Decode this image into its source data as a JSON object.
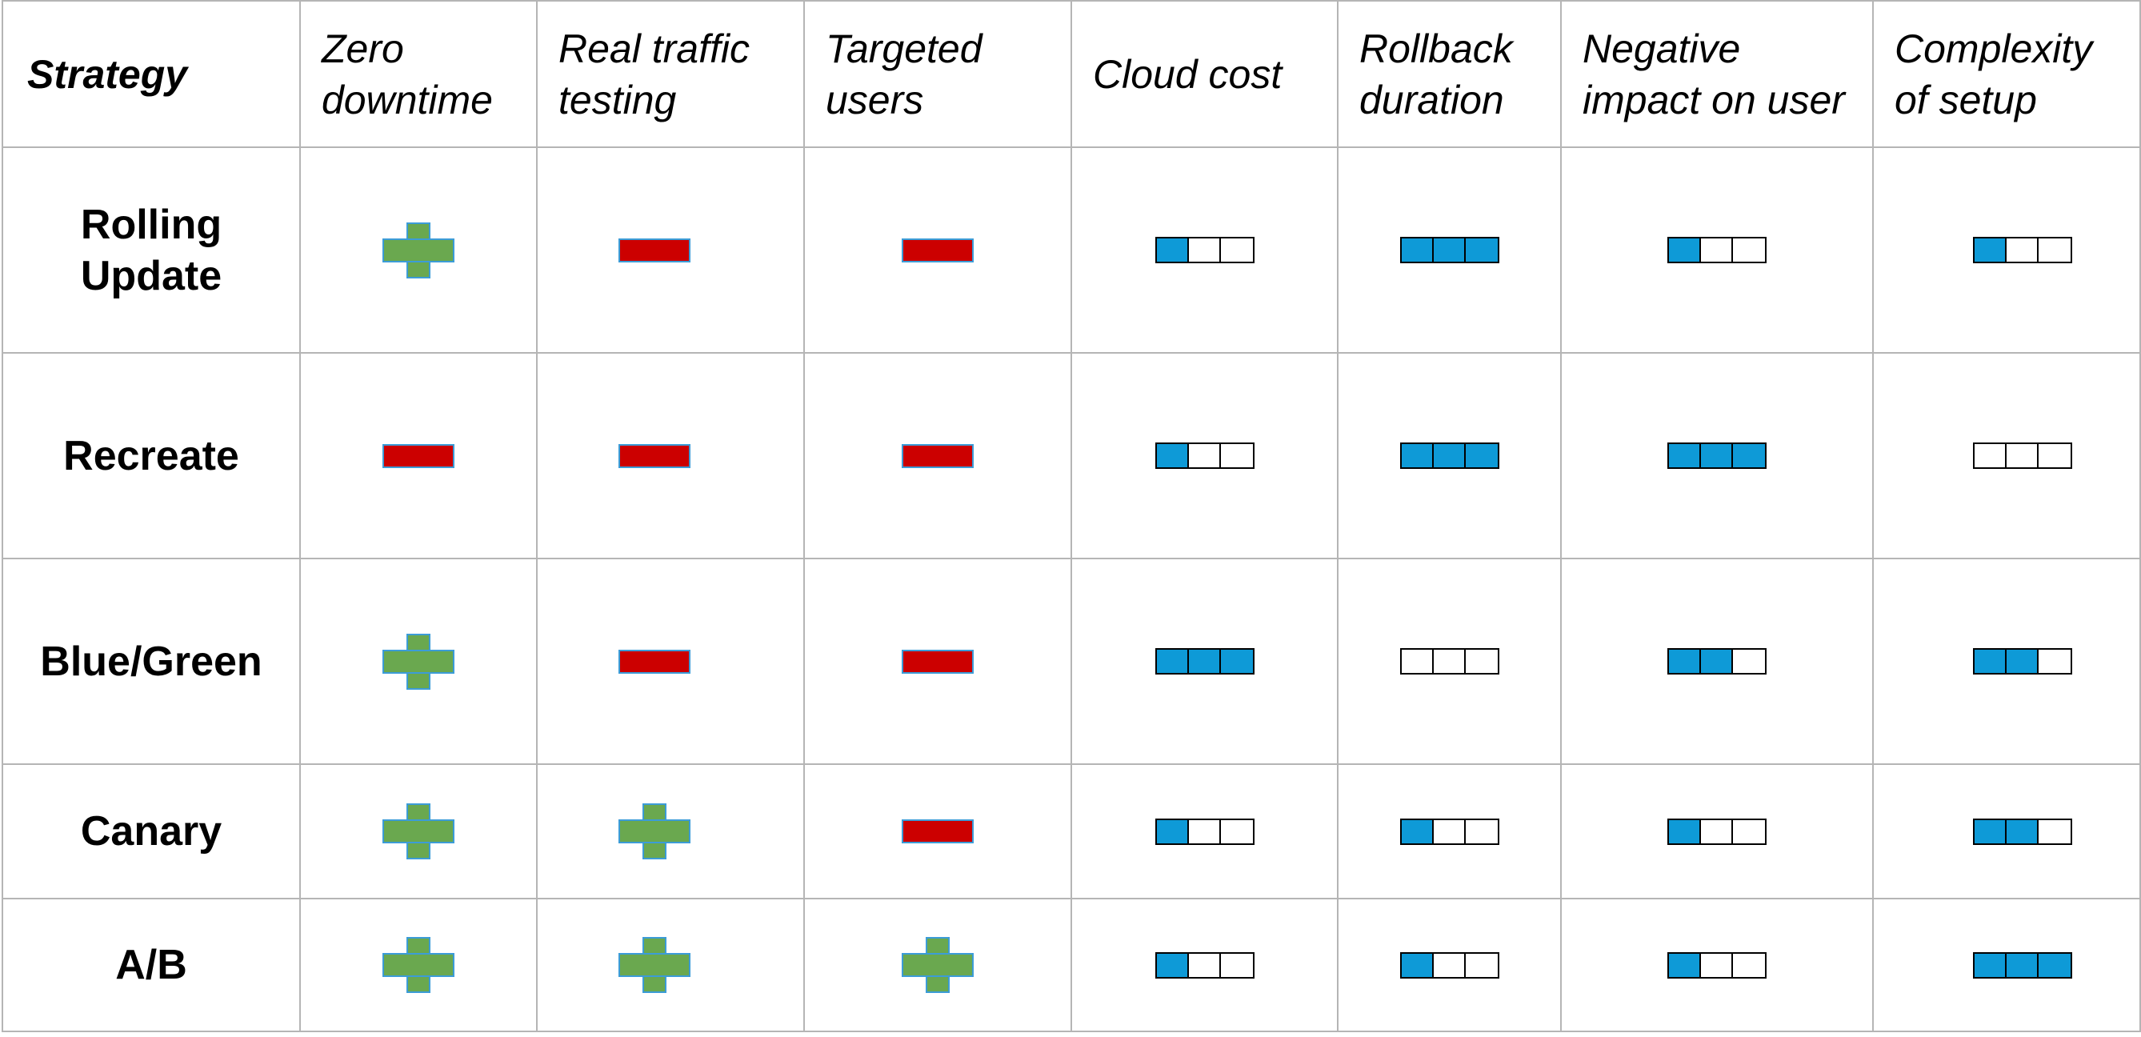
{
  "colors": {
    "plus": "#6aa84f",
    "minus": "#cc0000",
    "rating_fill": "#0e9ad7",
    "grid": "#b5b5b5"
  },
  "columns": [
    {
      "key": "strategy",
      "label": "Strategy"
    },
    {
      "key": "zero_downtime",
      "label": "Zero downtime"
    },
    {
      "key": "real_traffic_testing",
      "label": "Real traffic testing"
    },
    {
      "key": "targeted_users",
      "label": "Targeted users"
    },
    {
      "key": "cloud_cost",
      "label": "Cloud cost"
    },
    {
      "key": "rollback_duration",
      "label": "Rollback duration"
    },
    {
      "key": "negative_impact",
      "label": "Negative impact on user"
    },
    {
      "key": "complexity",
      "label": "Complexity of setup"
    }
  ],
  "rating_max": 3,
  "rows": [
    {
      "strategy": "Rolling Update",
      "zero_downtime": "plus",
      "real_traffic_testing": "minus",
      "targeted_users": "minus",
      "cloud_cost": 1,
      "rollback_duration": 3,
      "negative_impact": 1,
      "complexity": 1
    },
    {
      "strategy": "Recreate",
      "zero_downtime": "minus",
      "real_traffic_testing": "minus",
      "targeted_users": "minus",
      "cloud_cost": 1,
      "rollback_duration": 3,
      "negative_impact": 3,
      "complexity": 0
    },
    {
      "strategy": "Blue/Green",
      "zero_downtime": "plus",
      "real_traffic_testing": "minus",
      "targeted_users": "minus",
      "cloud_cost": 3,
      "rollback_duration": 0,
      "negative_impact": 2,
      "complexity": 2
    },
    {
      "strategy": "Canary",
      "zero_downtime": "plus",
      "real_traffic_testing": "plus",
      "targeted_users": "minus",
      "cloud_cost": 1,
      "rollback_duration": 1,
      "negative_impact": 1,
      "complexity": 2
    },
    {
      "strategy": "A/B",
      "zero_downtime": "plus",
      "real_traffic_testing": "plus",
      "targeted_users": "plus",
      "cloud_cost": 1,
      "rollback_duration": 1,
      "negative_impact": 1,
      "complexity": 3
    }
  ]
}
